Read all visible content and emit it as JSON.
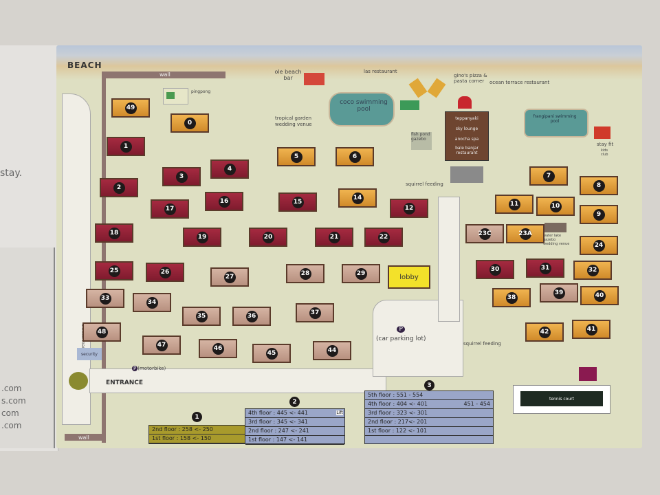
{
  "leaflet": {
    "text": "stay.",
    "links": [
      ".com",
      "s.com",
      "com",
      ".com"
    ]
  },
  "map": {
    "beach": "BEACH",
    "wall_top": "wall",
    "wall_bottom": "wall",
    "pingpong": "pingpong",
    "ole_beach_bar": "ole beach bar",
    "las_restaurant": "las restaurant",
    "ginos": "gino's pizza & pasta corner",
    "ocean_terrace": "ocean terrace restaurant",
    "coco_pool": "coco swimming pool",
    "frangipani_pool": "frangipani swimming pool",
    "tropical_garden": "tropical garden wedding venue",
    "fish_pond": "fish pond gazebo",
    "restaurant_block": [
      "teppanyaki",
      "sky lounge",
      "anocha spa",
      "bale banjar restaurant"
    ],
    "squirrel_feeding": "squirrel feeding",
    "stay_fit": "stay fit",
    "kids_club": "kids club",
    "water_gazebo": "water lake gazebo wedding venue",
    "lobby": "lobby",
    "car_parking": "(car parking lot)",
    "motorbike": "(motorbike)",
    "security": "security",
    "entrance": "ENTRANCE",
    "road": "melasti road",
    "tennis": "tennis court",
    "villas": [
      {
        "n": "49",
        "c": "orange"
      },
      {
        "n": "0",
        "c": "orange"
      },
      {
        "n": "1",
        "c": "red"
      },
      {
        "n": "5",
        "c": "orange"
      },
      {
        "n": "6",
        "c": "orange"
      },
      {
        "n": "4",
        "c": "red"
      },
      {
        "n": "3",
        "c": "red"
      },
      {
        "n": "2",
        "c": "red"
      },
      {
        "n": "17",
        "c": "red"
      },
      {
        "n": "16",
        "c": "red"
      },
      {
        "n": "15",
        "c": "red"
      },
      {
        "n": "14",
        "c": "orange"
      },
      {
        "n": "12",
        "c": "red"
      },
      {
        "n": "18",
        "c": "red"
      },
      {
        "n": "19",
        "c": "red"
      },
      {
        "n": "20",
        "c": "red"
      },
      {
        "n": "21",
        "c": "red"
      },
      {
        "n": "22",
        "c": "red"
      },
      {
        "n": "25",
        "c": "red"
      },
      {
        "n": "26",
        "c": "red"
      },
      {
        "n": "27",
        "c": "tan"
      },
      {
        "n": "28",
        "c": "tan"
      },
      {
        "n": "29",
        "c": "tan"
      },
      {
        "n": "33",
        "c": "tan"
      },
      {
        "n": "34",
        "c": "tan"
      },
      {
        "n": "35",
        "c": "tan"
      },
      {
        "n": "36",
        "c": "tan"
      },
      {
        "n": "37",
        "c": "tan"
      },
      {
        "n": "48",
        "c": "tan"
      },
      {
        "n": "47",
        "c": "tan"
      },
      {
        "n": "46",
        "c": "tan"
      },
      {
        "n": "45",
        "c": "tan"
      },
      {
        "n": "44",
        "c": "tan"
      },
      {
        "n": "7",
        "c": "orange"
      },
      {
        "n": "8",
        "c": "orange"
      },
      {
        "n": "11",
        "c": "orange"
      },
      {
        "n": "10",
        "c": "orange"
      },
      {
        "n": "9",
        "c": "orange"
      },
      {
        "n": "23C",
        "c": "tan"
      },
      {
        "n": "23A",
        "c": "orange"
      },
      {
        "n": "24",
        "c": "orange"
      },
      {
        "n": "30",
        "c": "red"
      },
      {
        "n": "31",
        "c": "red"
      },
      {
        "n": "32",
        "c": "orange"
      },
      {
        "n": "38",
        "c": "orange"
      },
      {
        "n": "39",
        "c": "tan"
      },
      {
        "n": "40",
        "c": "orange"
      },
      {
        "n": "42",
        "c": "orange"
      },
      {
        "n": "41",
        "c": "orange"
      }
    ],
    "buildings": [
      {
        "n": "1",
        "color": "#a89a2c",
        "floors": [
          "2nd floor : 258 <- 250",
          "1st floor : 158 <- 150"
        ]
      },
      {
        "n": "2",
        "color": "#9aa6c8",
        "lift": "Lift",
        "floors": [
          "4th floor : 445 <- 441",
          "3rd floor : 345 <- 341",
          "2nd floor : 247 <- 241",
          "1st floor : 147 <- 141"
        ]
      },
      {
        "n": "3",
        "color": "#9aa6c8",
        "extra": "451 - 454",
        "floors": [
          "5th floor : 551 - 554",
          "4th floor : 404 <- 401",
          "3rd floor : 323 <- 301",
          "2nd floor : 217<- 201",
          "1st floor : 122 <- 101"
        ]
      }
    ]
  }
}
